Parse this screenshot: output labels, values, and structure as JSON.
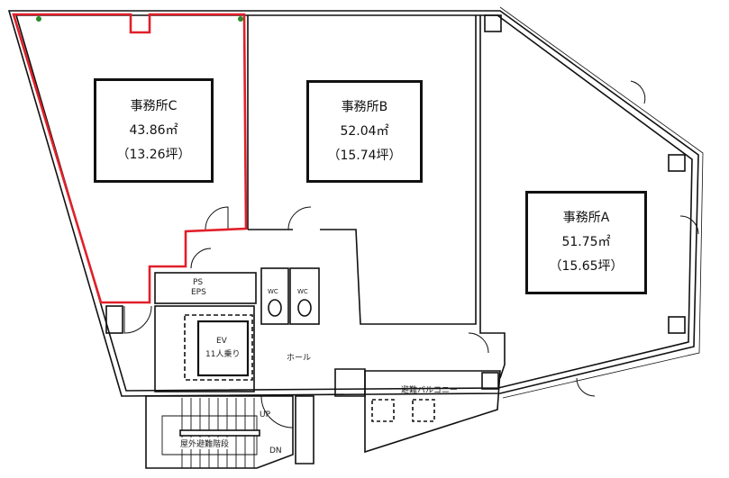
{
  "offices": [
    {
      "name": "事務所C",
      "area": "43.86㎡",
      "tsubo": "（13.26坪）",
      "highlighted": true
    },
    {
      "name": "事務所B",
      "area": "52.04㎡",
      "tsubo": "（15.74坪）",
      "highlighted": false
    },
    {
      "name": "事務所A",
      "area": "51.75㎡",
      "tsubo": "（15.65坪）",
      "highlighted": false
    }
  ],
  "rooms": {
    "ps": "PS",
    "eps": "EPS",
    "ev": "EV",
    "ev_capacity": "11人乗り",
    "hall": "ホール",
    "balcony": "避難バルコニー",
    "stairs": "屋外避難階段",
    "up": "UP",
    "dn": "DN",
    "wc1": "WC",
    "wc2": "WC"
  },
  "colors": {
    "highlight": "#e0202a",
    "wall": "#111111"
  }
}
